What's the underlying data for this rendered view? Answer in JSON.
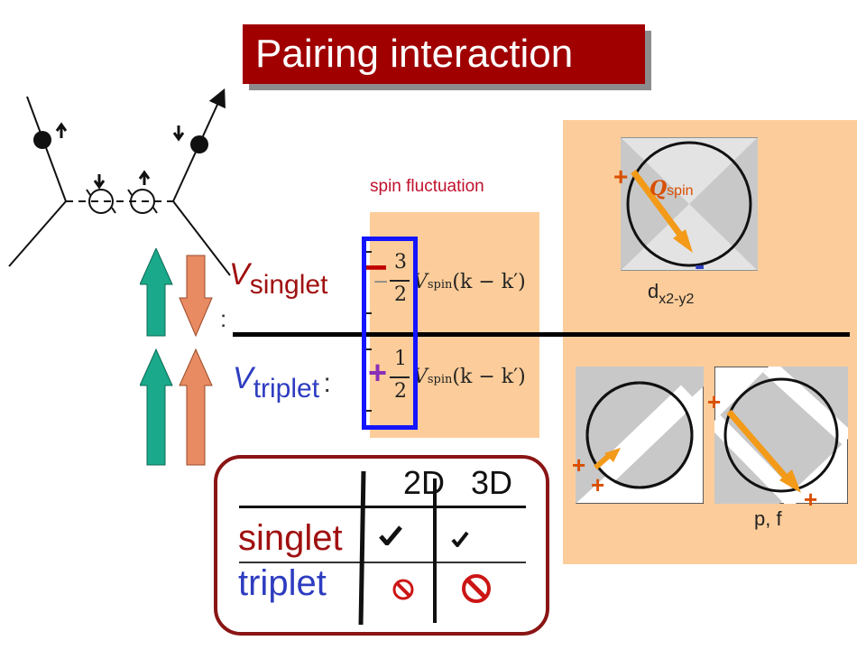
{
  "title": "Pairing interaction",
  "label_spin_fluctuation": "spin fluctuation",
  "v_singlet": {
    "v": "V",
    "sub": "singlet",
    "colon": ":"
  },
  "v_triplet": {
    "v": "V",
    "sub": "triplet",
    "colon": ":"
  },
  "singlet_sign": "−",
  "triplet_sign": "+",
  "singlet_frac": {
    "num": "3",
    "den": "2"
  },
  "triplet_frac": {
    "num": "1",
    "den": "2"
  },
  "faded_sign": "−",
  "v_spin_expr": "V",
  "v_spin_sub": "spin",
  "v_spin_arg": "(k − k′)",
  "q_spin": {
    "q": "Q",
    "sub": "spin"
  },
  "d_label": {
    "main": "d",
    "sub": "x2-y2"
  },
  "pf_label": "p, f",
  "table": {
    "col_2d": "2D",
    "col_3d": "3D",
    "row_singlet": "singlet",
    "row_triplet": "triplet"
  },
  "gap_signs": {
    "d_plus": "+",
    "d_minus": "-",
    "p_plus_1": "+",
    "p_plus_2": "+",
    "p_plus_3": "+",
    "p_plus_4": "+"
  },
  "colors": {
    "title_bg": "#a00000",
    "peach": "#fccd9a",
    "singlet_text": "#a01010",
    "triplet_text": "#2d3cc0",
    "arrow_green": "#1aa98a",
    "arrow_salmon": "#e88a62",
    "orange": "#f39a18",
    "blue_box": "#1414ff"
  }
}
